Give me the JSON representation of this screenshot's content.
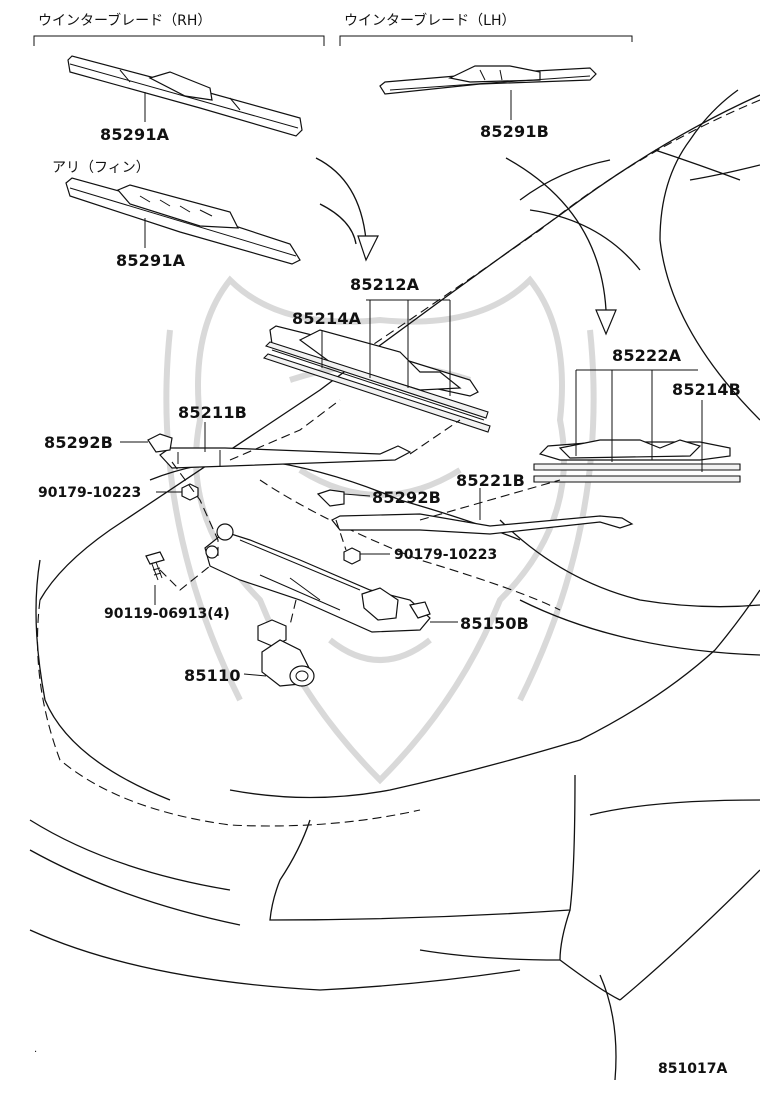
{
  "headers": {
    "rh": "ウインターブレード（RH）",
    "lh": "ウインターブレード（LH）",
    "fin": "アリ（フィン）"
  },
  "parts": {
    "p85291A_1": "85291A",
    "p85291A_2": "85291A",
    "p85291B": "85291B",
    "p85212A": "85212A",
    "p85214A": "85214A",
    "p85222A": "85222A",
    "p85214B": "85214B",
    "p85211B": "85211B",
    "p85292B_1": "85292B",
    "p85292B_2": "85292B",
    "p90179_1": "90179-10223",
    "p90179_2": "90179-10223",
    "p85221B": "85221B",
    "p90119": "90119-06913(4)",
    "p85150B": "85150B",
    "p85110": "85110"
  },
  "figure_id": "851017A"
}
